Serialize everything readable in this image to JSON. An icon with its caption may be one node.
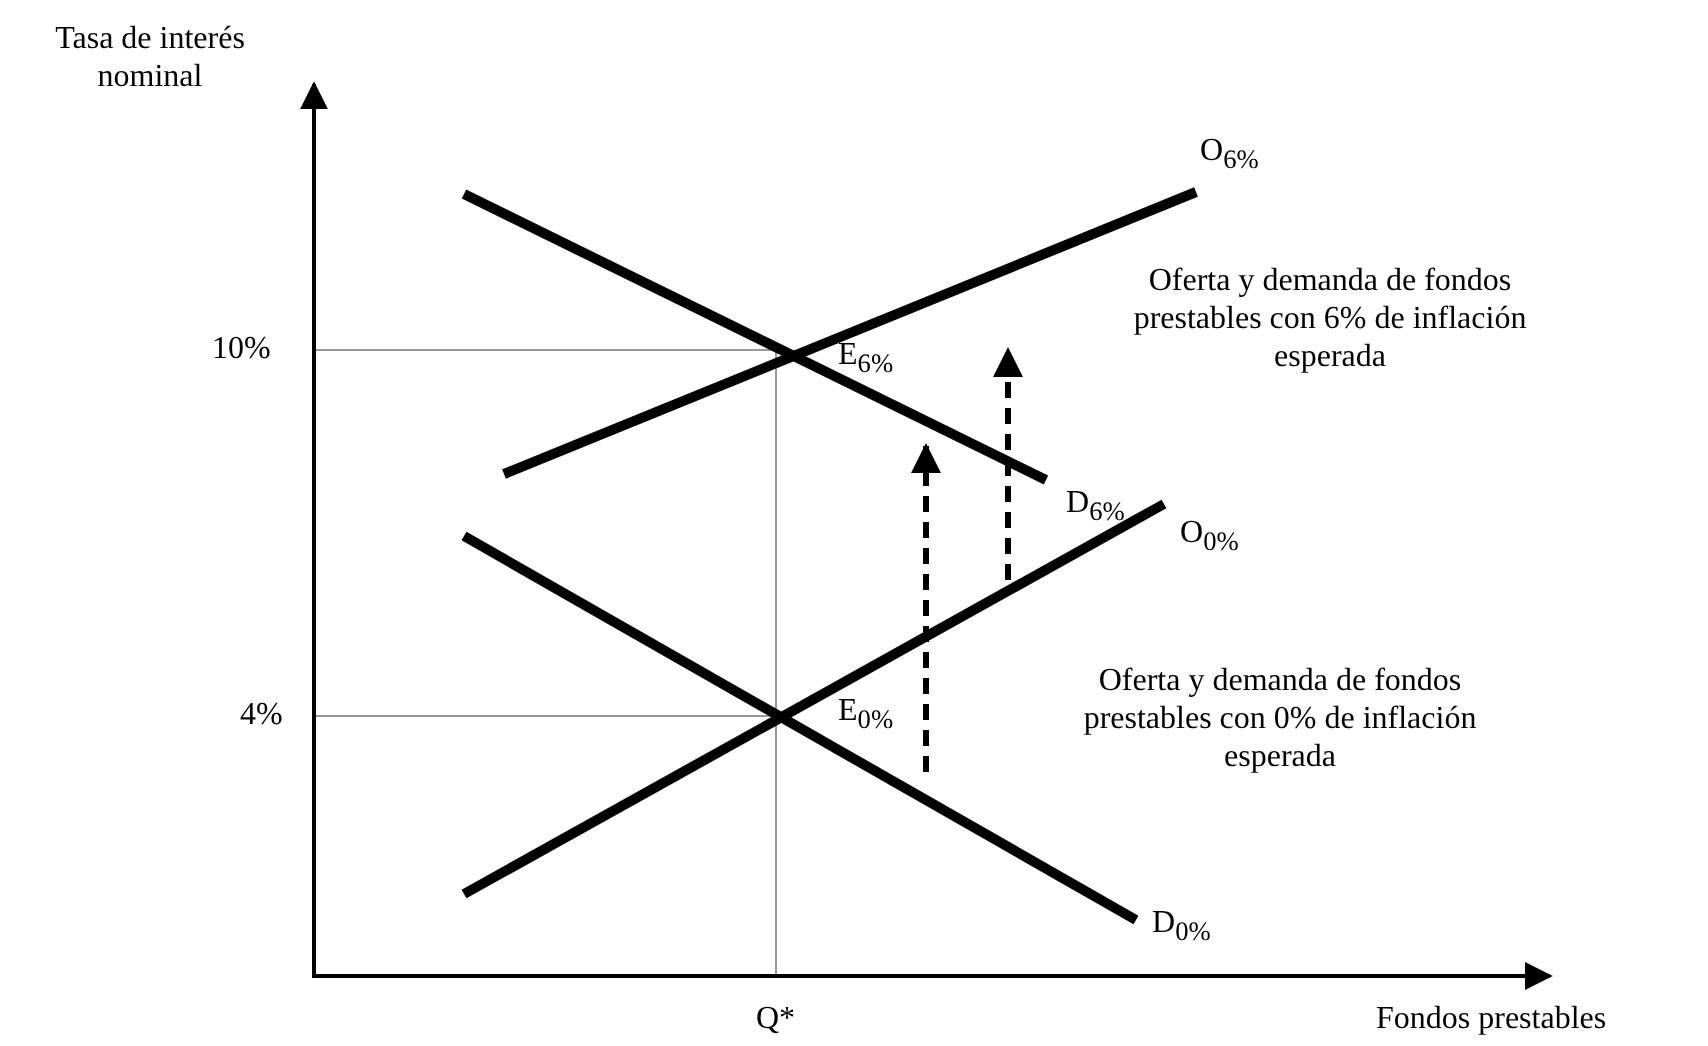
{
  "diagram": {
    "labels": [
      "Tasa de interés nominal",
      "O$_{6%}$",
      "Oferta y demanda de fondos prestables con 6% de inflación esperada",
      "10%",
      "E$_{6%}$",
      "D$_{6%}$",
      "O$_{0%}$",
      "Oferta y demanda de fondos prestables con 0% de inflación esperada",
      "4%",
      "E$_{0%}$",
      "D$_{0%}$",
      "Q*",
      "Fondos prestables"
    ]
  }
}
